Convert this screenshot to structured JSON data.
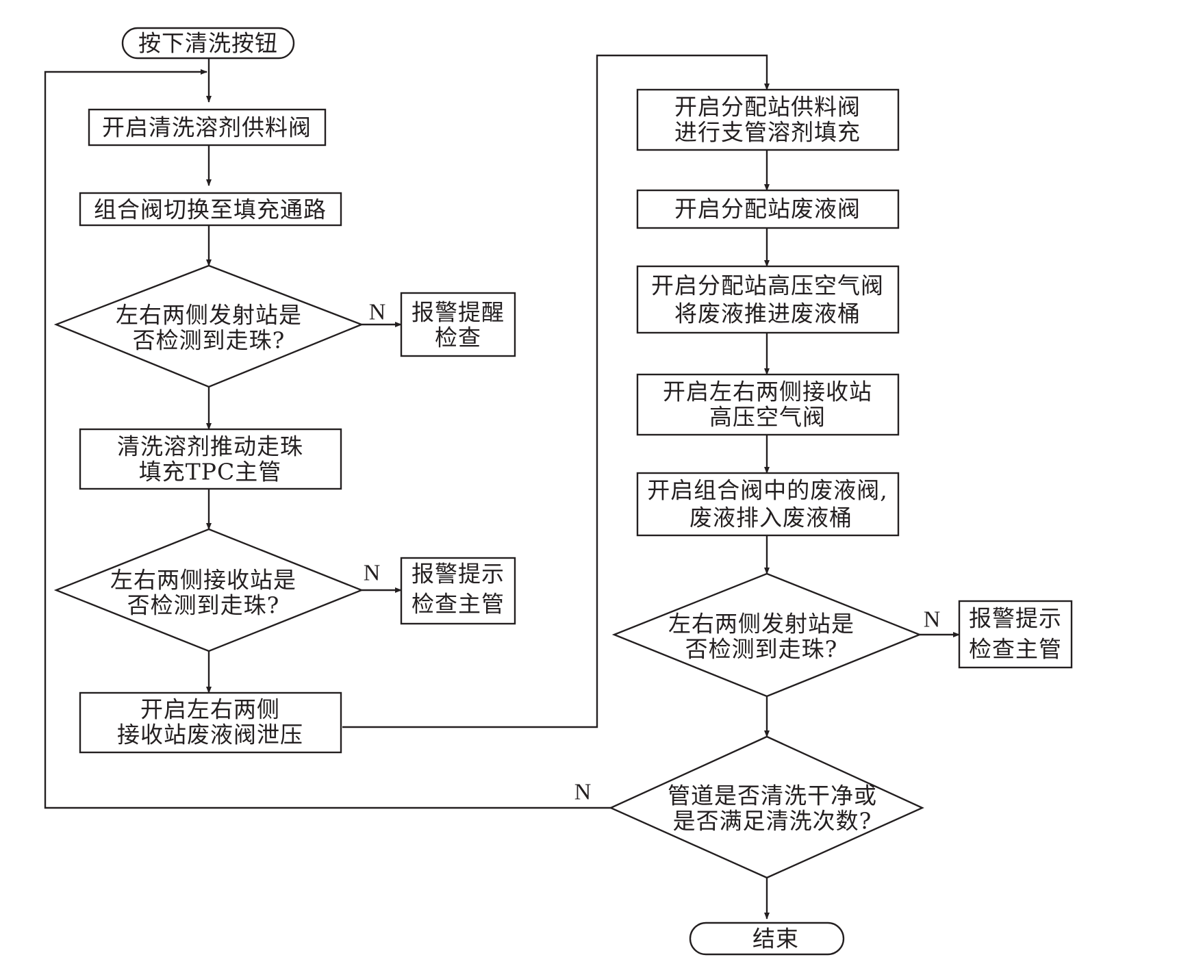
{
  "flowchart": {
    "nodes": {
      "start": {
        "lines": [
          "按下清洗按钮"
        ]
      },
      "open_solvent_valve": {
        "lines": [
          "开启清洗溶剂供料阀"
        ]
      },
      "switch_combo_valve": {
        "lines": [
          "组合阀切换至填充通路"
        ]
      },
      "check_launch_1": {
        "lines": [
          "左右两侧发射站是",
          "否检测到走珠?"
        ]
      },
      "alarm_check": {
        "lines": [
          "报警提醒",
          "检查"
        ]
      },
      "fill_main_pipe": {
        "lines": [
          "清洗溶剂推动走珠",
          "填充TPC主管"
        ]
      },
      "check_receive": {
        "lines": [
          "左右两侧接收站是",
          "否检测到走珠?"
        ]
      },
      "alarm_main_1": {
        "lines": [
          "报警提示",
          "检查主管"
        ]
      },
      "vent_receive_waste": {
        "lines": [
          "开启左右两侧",
          "接收站废液阀泄压"
        ]
      },
      "fill_branch": {
        "lines": [
          "开启分配站供料阀",
          "进行支管溶剂填充"
        ]
      },
      "open_dist_waste": {
        "lines": [
          "开启分配站废液阀"
        ]
      },
      "push_waste": {
        "lines": [
          "开启分配站高压空气阀",
          "将废液推进废液桶"
        ]
      },
      "open_receive_air": {
        "lines": [
          "开启左右两侧接收站",
          "高压空气阀"
        ]
      },
      "drain_waste": {
        "lines": [
          "开启组合阀中的废液阀,",
          "废液排入废液桶"
        ]
      },
      "check_launch_2": {
        "lines": [
          "左右两侧发射站是",
          "否检测到走珠?"
        ]
      },
      "alarm_main_2": {
        "lines": [
          "报警提示",
          "检查主管"
        ]
      },
      "check_clean": {
        "lines": [
          "管道是否清洗干净或",
          "是否满足清洗次数?"
        ]
      },
      "end": {
        "lines": [
          "结束"
        ]
      }
    },
    "edge_labels": {
      "no_1": "N",
      "no_2": "N",
      "no_3": "N",
      "no_4": "N"
    },
    "line_color": "#231f20"
  }
}
